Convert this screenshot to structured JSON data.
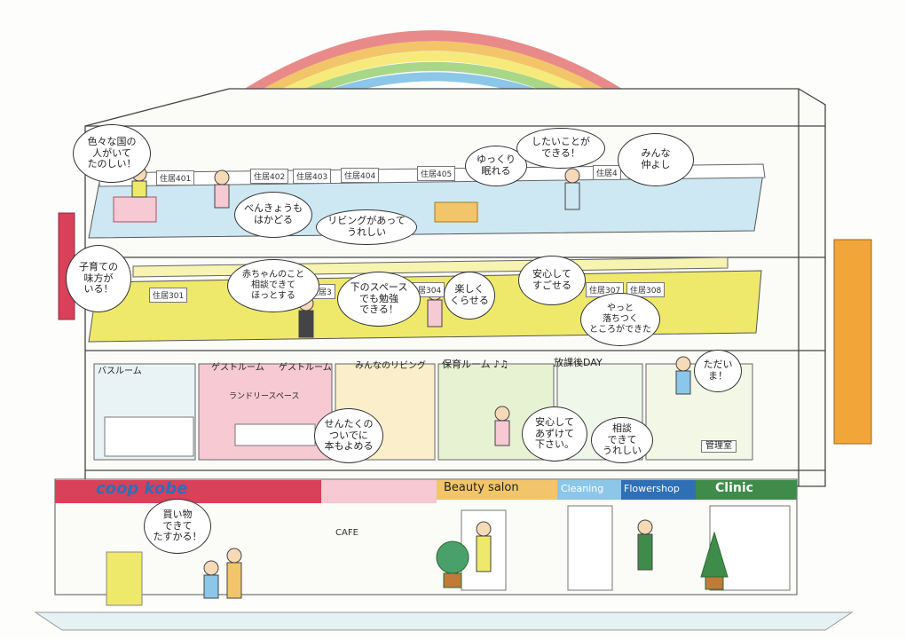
{
  "floor4": {
    "rooms": [
      "住居401",
      "住居402",
      "住居403",
      "住居404",
      "住居405",
      "住居4"
    ],
    "bubbles": {
      "foreigners": "色々な国の\n人がいて\nたのしい！",
      "study": "べんきょうも\nはかどる",
      "living": "リビングがあって\nうれしい",
      "sleep": "ゆっくり\n眠れる",
      "doable": "したいことが\nできる！",
      "friends": "みんな\n仲よし"
    }
  },
  "floor3": {
    "rooms": [
      "住居301",
      "住居3",
      "住居304",
      "住居307",
      "住居308"
    ],
    "bubbles": {
      "childcare": "子育ての\n味方が\nいる！",
      "baby": "赤ちゃんのこと\n相談できて\nほっとする",
      "space": "下のスペース\nでも勉強\nできる！",
      "fun": "楽しく\nくらせる",
      "safe": "安心して\nすごせる",
      "calm": "やっと\n落ちつく\nところができた"
    }
  },
  "floor2": {
    "rooms": {
      "bath": "バスルーム",
      "guest1": "ゲストルーム",
      "guest2": "ゲストルーム",
      "laundry": "ランドリースペース",
      "living": "みんなのリビング",
      "nursery": "保育ルーム ♪♫",
      "afterschool": "放課後DAY",
      "office": "管理室"
    },
    "bubbles": {
      "laundry_read": "せんたくの\nついでに\n本もよめる",
      "trust": "安心して\nあずけて\n下さい。",
      "consult": "相談\nできて\nうれしい",
      "home": "ただいま！"
    }
  },
  "floor1": {
    "shops": {
      "coop": "coop kobe",
      "cafe": "CAFE",
      "beauty": "Beauty salon",
      "cleaning": "Cleaning",
      "flower": "Flowershop",
      "clinic": "Clinic"
    },
    "bubbles": {
      "shopping": "買い物\nできて\nたすかる！"
    }
  },
  "colors": {
    "rainbow": [
      "#e98a8a",
      "#f2c56b",
      "#f6ea7c",
      "#a8d78a",
      "#8cc6e8"
    ],
    "floor_yellow": "#efe96b",
    "floor_blue": "#cde8f2",
    "floor_pink": "#f6c9d3",
    "awning_red": "#d9405a",
    "coop_blue": "#2f6fb5",
    "banner_orange": "#f2a63a"
  }
}
